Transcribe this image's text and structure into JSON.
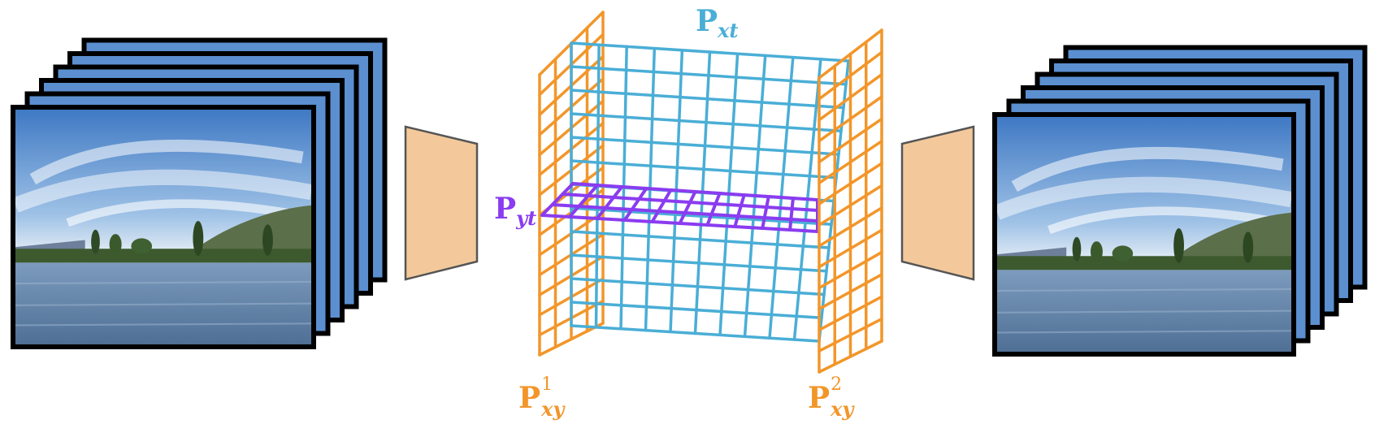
{
  "diagram": {
    "input_stack": {
      "frame_count": 6
    },
    "output_stack": {
      "frame_count": 6
    },
    "planes": {
      "xt": {
        "letter": "P",
        "subscript": "xt",
        "color": "#4aaed6"
      },
      "yt": {
        "letter": "P",
        "subscript": "yt",
        "color": "#8a3cf0"
      },
      "xy1": {
        "letter": "P",
        "subscript": "xy",
        "superscript": "1",
        "color": "#f2962a"
      },
      "xy2": {
        "letter": "P",
        "subscript": "xy",
        "superscript": "2",
        "color": "#f2962a"
      }
    },
    "colors": {
      "frame_border": "#000000",
      "sky_band": "#5b8fd0",
      "encoder_fill": "#f3c99c",
      "encoder_stroke": "#555555"
    },
    "icons": [
      "landscape-frame-image",
      "encoder-trapezoid",
      "decoder-trapezoid"
    ]
  }
}
